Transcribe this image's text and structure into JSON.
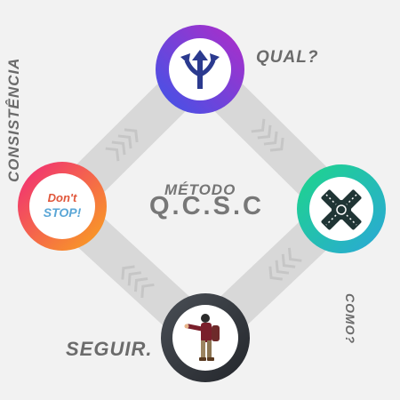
{
  "labels": {
    "qual": "QUAL?",
    "como": "COMO?",
    "seguir": "SEGUIR.",
    "consistencia": "CONSISTÊNCIA",
    "metodo": "MÉTODO",
    "qcsc": "Q.C.S.C"
  },
  "badge": {
    "line1": "Don't",
    "line2": "STOP!"
  },
  "nodes": [
    {
      "id": "top",
      "icon": "diverging-arrows-icon",
      "ring_from": "#3d55e8",
      "ring_to": "#b12cc8"
    },
    {
      "id": "right",
      "icon": "crossroads-icon",
      "ring_from": "#1ed68a",
      "ring_to": "#2aa7d8"
    },
    {
      "id": "bottom",
      "icon": "hitchhiker-icon",
      "ring_from": "#4a4f56",
      "ring_to": "#23262b"
    },
    {
      "id": "left",
      "icon": "dont-stop-badge-icon",
      "ring_from": "#f0287a",
      "ring_to": "#f9a51c"
    }
  ],
  "colors": {
    "background": "#f2f2f2",
    "road": "#d8d8d8",
    "road_chevron": "#c9c9c9",
    "label_text": "#6b6b6b"
  }
}
